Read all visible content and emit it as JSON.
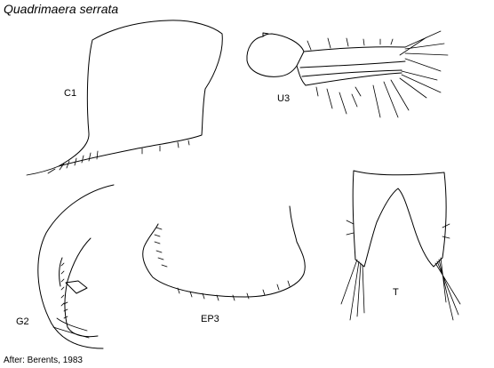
{
  "title": "Quadrimaera serrata",
  "credit": "After: Berents, 1983",
  "figures": {
    "c1": "C1",
    "u3": "U3",
    "g2": "G2",
    "ep3": "EP3",
    "t": "T"
  }
}
